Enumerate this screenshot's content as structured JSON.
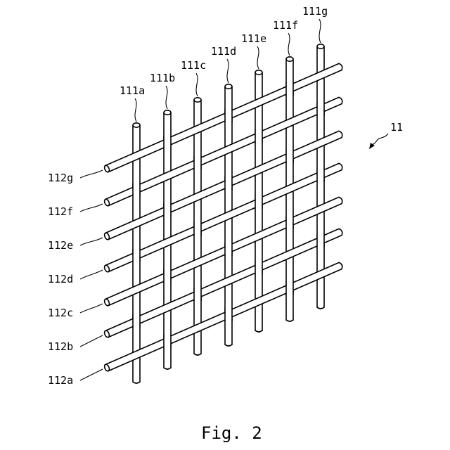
{
  "vertical_rods": [
    {
      "label": "111a"
    },
    {
      "label": "111b"
    },
    {
      "label": "111c"
    },
    {
      "label": "111d"
    },
    {
      "label": "111e"
    },
    {
      "label": "111f"
    },
    {
      "label": "111g"
    }
  ],
  "horizontal_rods": [
    {
      "label": "112a"
    },
    {
      "label": "112b"
    },
    {
      "label": "112c"
    },
    {
      "label": "112d"
    },
    {
      "label": "112e"
    },
    {
      "label": "112f"
    },
    {
      "label": "112g"
    }
  ],
  "assembly_label": "11",
  "caption": "Fig. 2"
}
